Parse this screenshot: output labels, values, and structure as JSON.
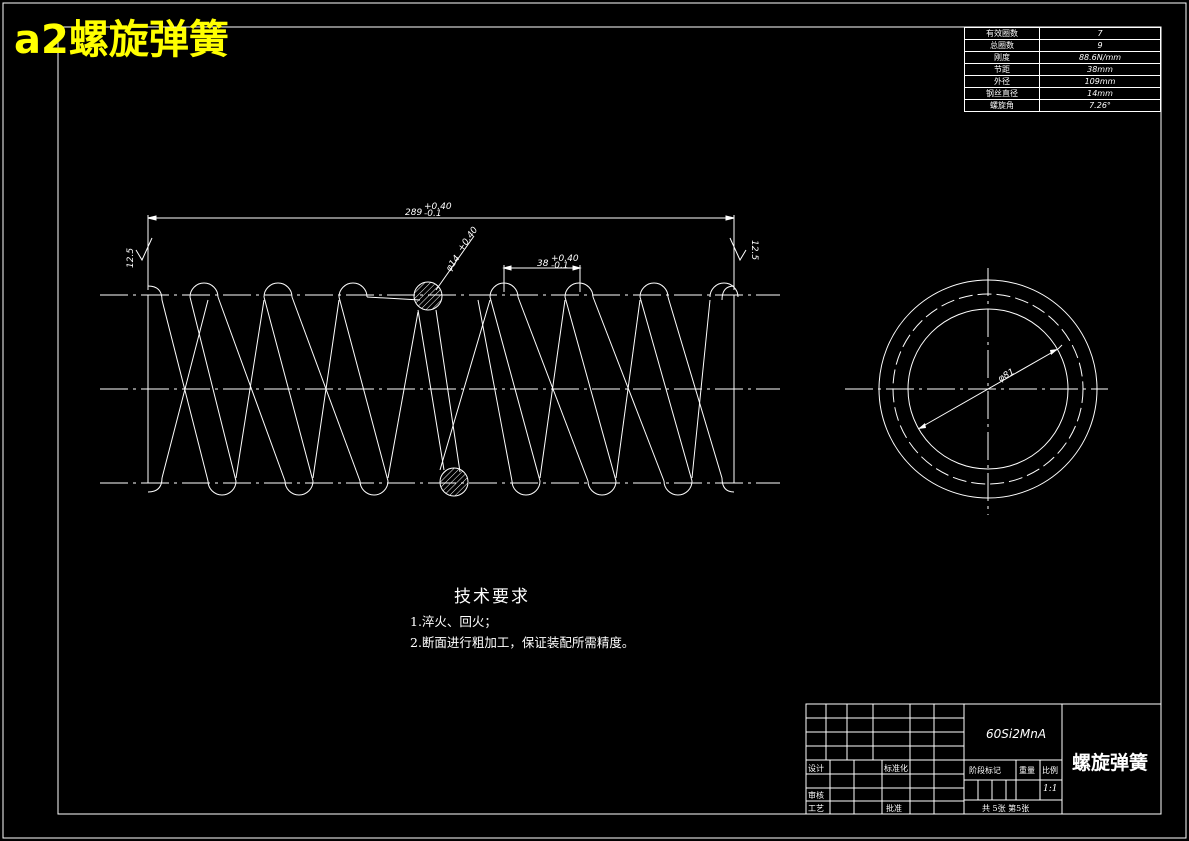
{
  "title": "a2螺旋弹簧",
  "params": [
    {
      "key": "有效圈数",
      "value": "7"
    },
    {
      "key": "总圈数",
      "value": "9"
    },
    {
      "key": "刚度",
      "value": "88.6N/mm"
    },
    {
      "key": "节距",
      "value": "38mm"
    },
    {
      "key": "外径",
      "value": "109mm"
    },
    {
      "key": "钢丝直径",
      "value": "14mm"
    },
    {
      "key": "螺旋角",
      "value": "7.26°"
    }
  ],
  "dimensions": {
    "length": "289",
    "length_tol_upper": "+0.40",
    "length_tol_lower": "-0.1",
    "pitch": "38",
    "pitch_tol_upper": "+0.40",
    "pitch_tol_lower": "-0.1",
    "wire": "φ14",
    "wire_tol": "+0.40",
    "roughness_left": "12.5",
    "roughness_right": "12.5",
    "inner_diameter": "φ81"
  },
  "tech": {
    "heading": "技术要求",
    "line1": "1.淬火、回火；",
    "line2": "2.断面进行粗加工，保证装配所需精度。"
  },
  "title_block": {
    "material": "60Si2MnA",
    "part_name": "螺旋弹簧",
    "design": "设计",
    "standardize": "标准化",
    "review": "审核",
    "process": "工艺",
    "approve": "批准",
    "stage_mark": "阶段标记",
    "weight": "重量",
    "scale_label": "比例",
    "scale": "1:1",
    "sheets": "共 5张  第5张"
  }
}
